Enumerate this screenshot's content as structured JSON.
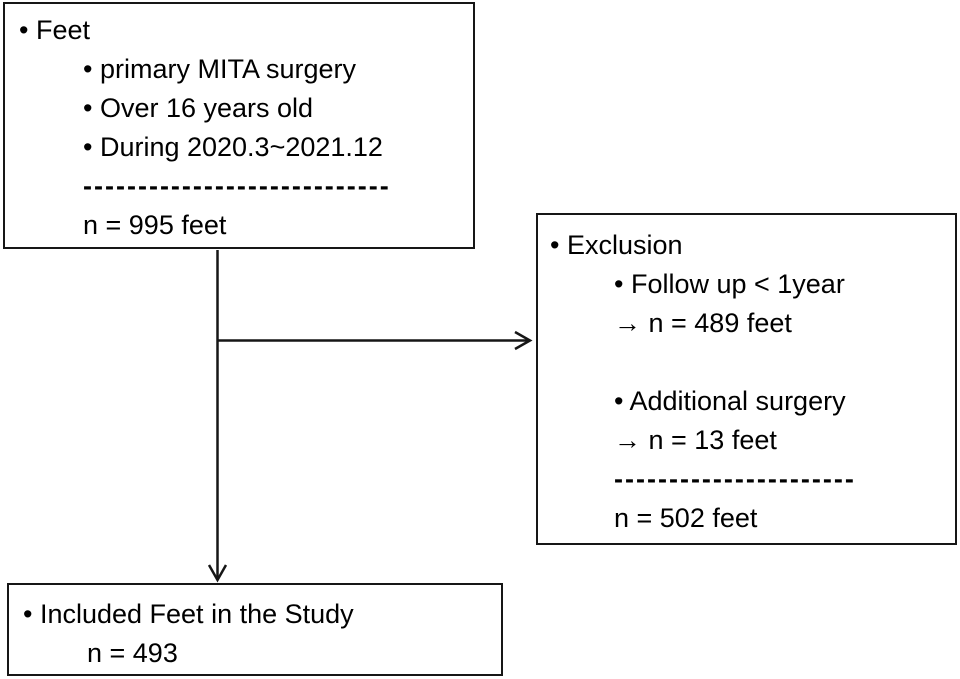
{
  "diagram": {
    "background": "#ffffff",
    "line_color": "#161616",
    "boxes": {
      "source": {
        "title": "• Feet",
        "items": [
          "• primary MITA surgery",
          "• Over 16 years old",
          "• During 2020.3~2021.12"
        ],
        "divider": "----------------------------",
        "total": "n = 995 feet"
      },
      "exclusion": {
        "title": "• Exclusion",
        "reasons": [
          {
            "label": "• Follow up < 1year",
            "count": "→ n = 489 feet"
          },
          {
            "label": "• Additional surgery",
            "count": "→ n = 13 feet"
          }
        ],
        "divider": "----------------------",
        "total": "n = 502 feet"
      },
      "included": {
        "title": "• Included Feet in the Study",
        "total": "n = 493"
      }
    }
  }
}
